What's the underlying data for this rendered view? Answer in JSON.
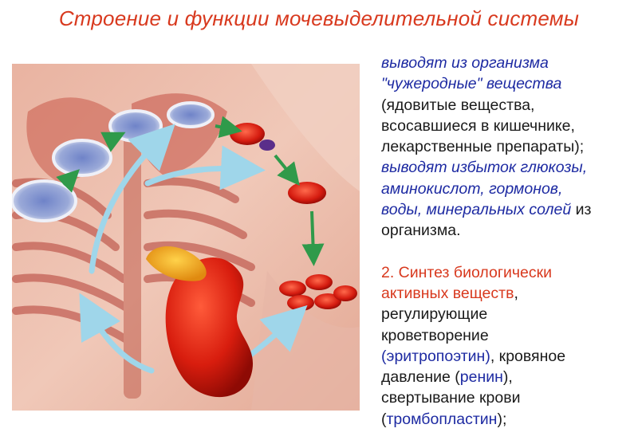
{
  "title": "Строение и функции мочевыделительной системы",
  "paragraph1": {
    "l1": "выводят из организма",
    "l2": "\"чужеродные\" вещества",
    "l3": "(ядовитые вещества,",
    "l4": "всосавшиеся в кишечнике,",
    "l5": "лекарственные препараты);",
    "l6": "выводят избыток глюкозы,",
    "l7": "аминокислот, гормонов,",
    "l8a": "воды, минеральных солей",
    "l8b": " из",
    "l9": "организма."
  },
  "paragraph2": {
    "l1": "2. Синтез биологически",
    "l2a": "активных веществ",
    "l2b": ",",
    "l3": "регулирующие",
    "l4": "кроветворение",
    "l5a": "(эритропоэтин)",
    "l5b": ", кровяное",
    "l6a": "давление (",
    "l6b": "ренин",
    "l6c": "),",
    "l7": "свертывание крови",
    "l8a": "(",
    "l8b": "тромбопластин",
    "l8c": ");"
  }
}
